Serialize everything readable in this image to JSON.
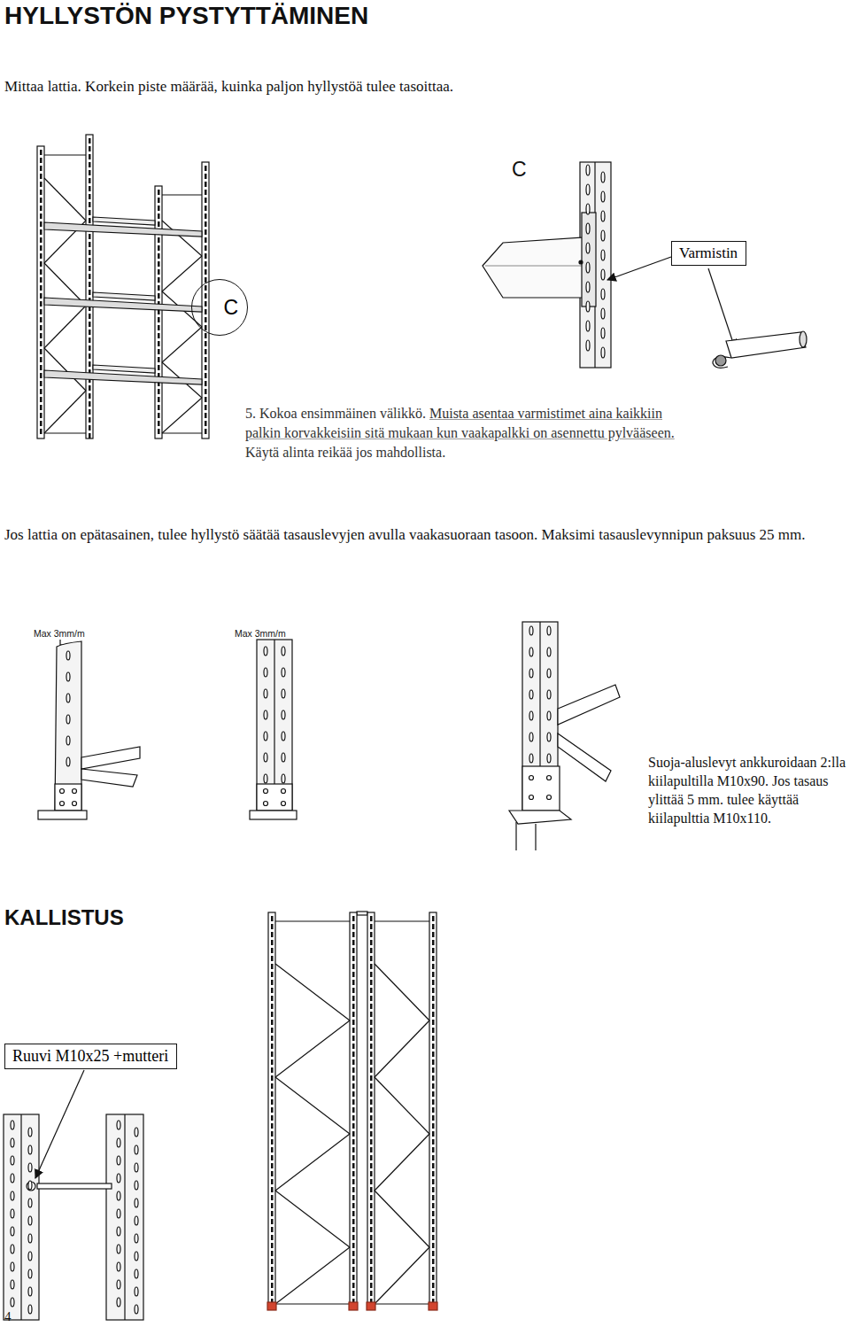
{
  "diagram": {
    "title": "HYLLYSTÖN PYSTYTTÄMINEN",
    "nodes": [
      {
        "text": [
          "Varmistin"
        ]
      },
      {
        "text": [
          "C"
        ]
      },
      {
        "text": [
          "Ruuvi M10x25 +mutteri"
        ]
      }
    ],
    "labels": [
      "Mittaa lattia. Korkein piste määrää, kuinka paljon hyllystöä tulee tasoittaa.",
      "C",
      "5. Kokoa ensimmäinen välikkö.",
      "Muista asentaa varmistimet aina kaikkiin palkin korvakkeisiin sitä mukaan kun vaakapalkki on asennettu pylvääseen.",
      "Käytä alinta reikää jos mahdollista.",
      "Jos lattia on epätasainen, tulee hyllystö säätää tasauslevyjen avulla vaakasuoraan tasoon. Maksimi tasauslevynnipun paksuus 25 mm.",
      "Max 3mm/m",
      "Max 3mm/m",
      "Suoja-aluslevyt ankkuroidaan 2:lla kiilapultilla M10x90. Jos tasaus ylittää 5 mm. tulee käyttää kiilapulttia M10x110.",
      "KALLISTUS",
      "4"
    ]
  }
}
